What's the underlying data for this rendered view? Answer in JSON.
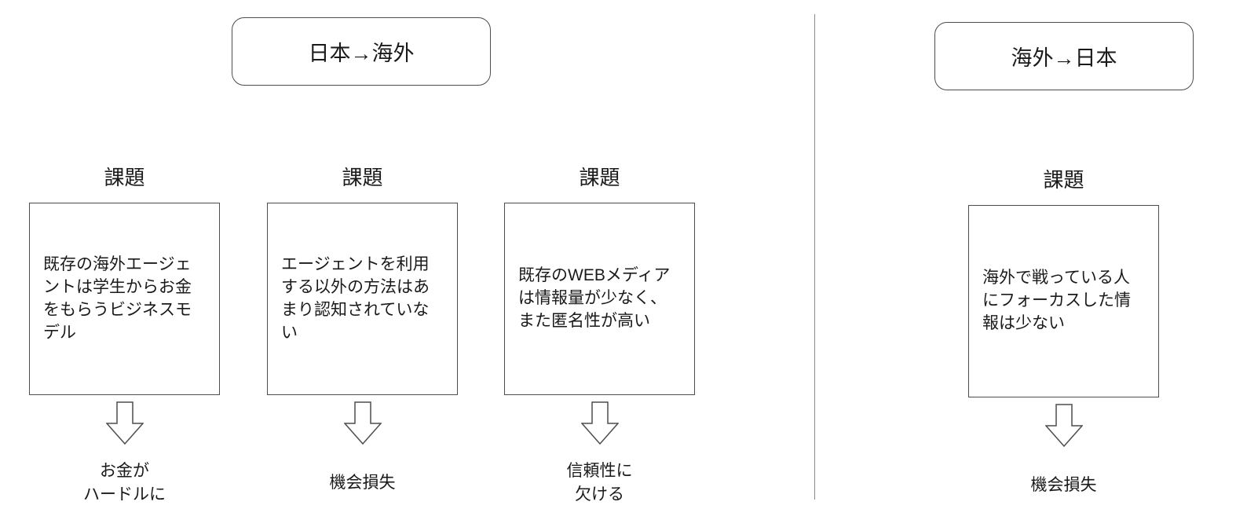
{
  "diagram": {
    "sections": [
      {
        "title": "日本→海外",
        "columns": [
          {
            "label": "課題",
            "box": "既存の海外エージェントは学生からお金をもらうビジネスモデル",
            "result": "お金が\nハードルに"
          },
          {
            "label": "課題",
            "box": "エージェントを利用する以外の方法はあまり認知されていない",
            "result": "機会損失"
          },
          {
            "label": "課題",
            "box": "既存のWEBメディアは情報量が少なく、また匿名性が高い",
            "result": "信頼性に\n欠ける"
          }
        ]
      },
      {
        "title": "海外→日本",
        "columns": [
          {
            "label": "課題",
            "box": "海外で戦っている人にフォーカスした情報は少ない",
            "result": "機会損失"
          }
        ]
      }
    ],
    "colors": {
      "border": "#4d4d4d",
      "divider": "#8a8a8a",
      "text": "#1a1a1a",
      "background": "#ffffff"
    }
  }
}
